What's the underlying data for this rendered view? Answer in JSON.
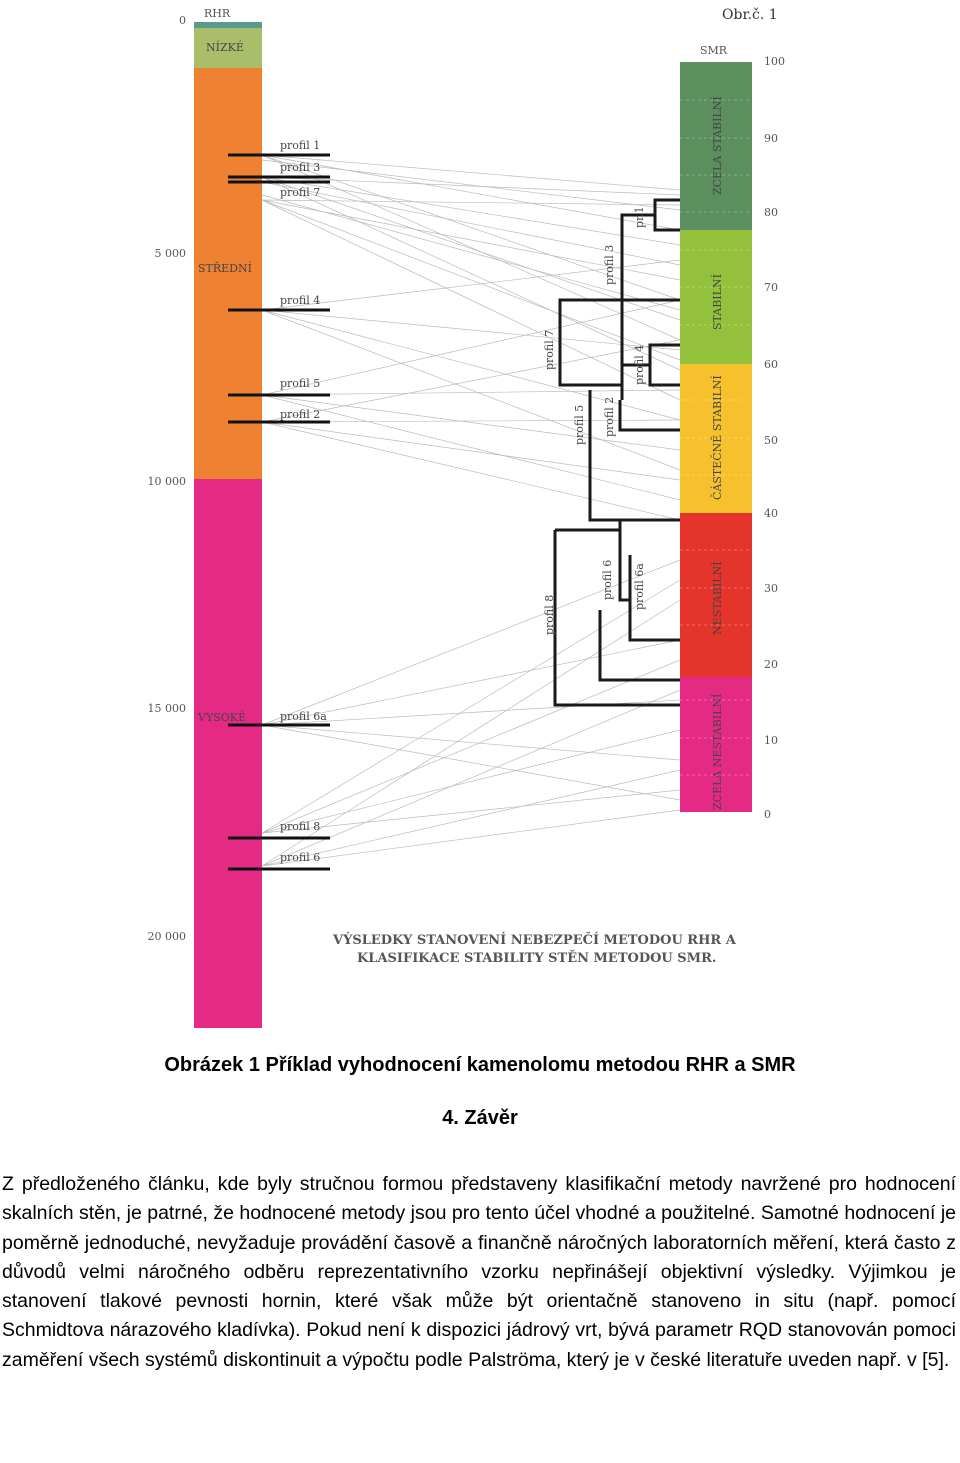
{
  "figure": {
    "label": "Obr.č. 1",
    "rhr": {
      "axis_title": "RHR",
      "ticks": [
        "0",
        "5 000",
        "10 000",
        "15 000",
        "20 000"
      ],
      "zones": [
        {
          "name": "NÍZKÉ",
          "color": "#a9bd6a"
        },
        {
          "name": "STŘEDNÍ",
          "color": "#ef8232"
        },
        {
          "name": "VYSOKÉ",
          "color": "#e52a85"
        }
      ],
      "profiles": [
        "profil 1",
        "profil 3",
        "profil 7",
        "profil 4",
        "profil 5",
        "profil 2",
        "profil 6a",
        "profil 8",
        "profil 6"
      ]
    },
    "smr": {
      "axis_title": "SMR",
      "ticks": [
        "100",
        "90",
        "80",
        "70",
        "60",
        "50",
        "40",
        "30",
        "20",
        "10",
        "0"
      ],
      "classes": [
        {
          "name": "ZCELA STABILNÍ",
          "color": "#5b8f5e"
        },
        {
          "name": "STABILNÍ",
          "color": "#94c13b"
        },
        {
          "name": "ČÁSTEČNĚ STABILNÍ",
          "color": "#f6c12c"
        },
        {
          "name": "NESTABILNÍ",
          "color": "#e4342b"
        },
        {
          "name": "ZCELA NESTABILNÍ",
          "color": "#e52a85"
        }
      ]
    },
    "dendrogram_labels": [
      "pr.1",
      "profil 3",
      "profil 7",
      "profil 4",
      "profil 5",
      "profil 2",
      "profil 6",
      "profil 6a",
      "profil 8"
    ],
    "title_lines": [
      "VÝSLEDKY STANOVENÍ  NEBEZPEČÍ METODOU RHR A",
      "KLASIFIKACE STABILITY STĚN METODOU SMR."
    ]
  },
  "caption": "Obrázek 1 Příklad vyhodnocení kamenolomu metodou RHR a SMR",
  "section_heading": "4.  Závěr",
  "paragraph": "Z předloženého článku, kde byly stručnou formou představeny klasifikační metody navržené pro hodnocení skalních stěn, je patrné, že hodnocené metody jsou pro tento účel vhodné a použitelné. Samotné hodnocení je poměrně jednoduché, nevyžaduje provádění časově a finančně náročných laboratorních měření, která často z důvodů velmi náročného odběru reprezentativního vzorku nepřinášejí objektivní výsledky. Výjimkou je stanovení tlakové pevnosti hornin, které však může být orientačně stanoveno in situ (např. pomocí Schmidtova nárazového kladívka). Pokud není k dispozici jádrový vrt, bývá parametr RQD stanovován pomoci zaměření všech systémů diskontinuit a výpočtu podle Palströma, který je v české literatuře uveden např. v [5]."
}
